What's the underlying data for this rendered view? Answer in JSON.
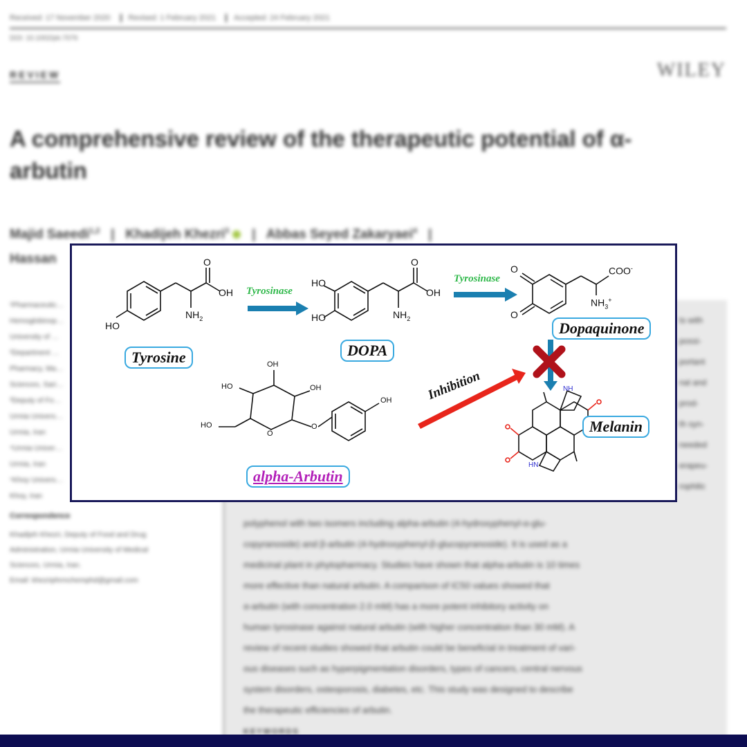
{
  "paper": {
    "received": "Received: 17 November 2020",
    "revised": "Revised: 1 February 2021",
    "accepted": "Accepted: 24 February 2021",
    "doi": "DOI: 10.1002/ptr.7076",
    "section": "REVIEW",
    "publisher": "WILEY",
    "title": "A comprehensive review of the therapeutic potential of α-arbutin",
    "authors": {
      "a1": "Majid Saeedi",
      "a1_sup": "1,2",
      "a2": "Khadijeh Khezri",
      "a2_sup": "3",
      "a3": "Abbas Seyed Zakaryaei",
      "a3_sup": "4",
      "a4": "Hassan",
      "sep": "|"
    },
    "affiliations": [
      "¹Pharmaceutic…",
      "Hemoglobinop…",
      "University of …",
      "²Department …",
      "Pharmacy, Ma…",
      "Sciences, Sari…",
      "³Deputy of Fo…",
      "Urmia Univers…",
      "Urmia, Iran",
      "⁴Urmia Univer…",
      "Urmia, Iran",
      "⁵Khoy Univers…",
      "Khoy, Iran"
    ],
    "correspondence_heading": "Correspondence",
    "correspondence": [
      "Khadijeh Khezri, Deputy of Food and Drug",
      "Administration, Urmia University of Medical",
      "Sciences, Urmia, Iran.",
      "Email: khezriphrmchemphd@gmail.com"
    ],
    "abstract_right": [
      "ts with",
      "possi-",
      "portant",
      "nal and",
      "prod-",
      "th syn-",
      "needed",
      "erapeu-",
      "rophilic"
    ],
    "abstract": [
      "polyphenol with two isomers including alpha-arbutin (4-hydroxyphenyl-α-glu-",
      "copyranoside) and β-arbutin (4-hydroxyphenyl-β-glucopyranoside). It is used as a",
      "medicinal plant in phytopharmacy. Studies have shown that alpha-arbutin is 10 times",
      "more effective than natural arbutin. A comparison of IC50 values showed that",
      "α-arbutin (with concentration 2.0 mM) has a more potent inhibitory activity on",
      "human tyrosinase against natural arbutin (with higher concentration than 30 mM). A",
      "review of recent studies showed that arbutin could be beneficial in treatment of vari-",
      "ous diseases such as hyperpigmentation disorders, types of cancers, central nervous",
      "system disorders, osteoporosis, diabetes, etc. This study was designed to describe",
      "the therapeutic efficiencies of arbutin."
    ],
    "keywords": "KEYWORDS"
  },
  "figure": {
    "tyrosine": "Tyrosine",
    "dopa": "DOPA",
    "dopaquinone": "Dopaquinone",
    "melanin": "Melanin",
    "alpha_arbutin": "alpha-Arbutin",
    "enzyme1": "Tyrosinase",
    "enzyme2": "Tyrosinase",
    "inhibition": "Inhibition",
    "labels": {
      "ho_tyr": "HO",
      "oh_tyr": "OH",
      "o_tyr": "O",
      "nh2_tyr": "NH",
      "ho1_dopa": "HO",
      "ho2_dopa": "HO",
      "oh_dopa": "OH",
      "o_dopa": "O",
      "nh2_dopa": "NH",
      "o1_dq": "O",
      "o2_dq": "O",
      "coo_dq": "COO",
      "nh3_dq": "NH",
      "oh_top_arb": "OH",
      "ho_left_arb": "HO",
      "oh_right_arb": "OH",
      "ho_ch2_arb": "HO",
      "o_ring_arb": "O",
      "o_link_arb": "O",
      "oh_phenol_arb": "OH",
      "nh_mel1": "NH",
      "hn_mel2": "HN",
      "sub2": "2",
      "sub3": "3",
      "sup_minus": "-",
      "sup_plus": "+"
    },
    "colors": {
      "frame": "#1a1a5a",
      "pill_border": "#39a9e0",
      "enzyme_text": "#2fb84a",
      "arrow_blue": "#1a7fb0",
      "arrow_red": "#e8251b",
      "x_mark": "#b0121a",
      "magenta_label": "#b21fb8",
      "melanin_o": "#e8251b",
      "melanin_n": "#2e2ed0"
    }
  },
  "footer_color": "#0d0d52"
}
